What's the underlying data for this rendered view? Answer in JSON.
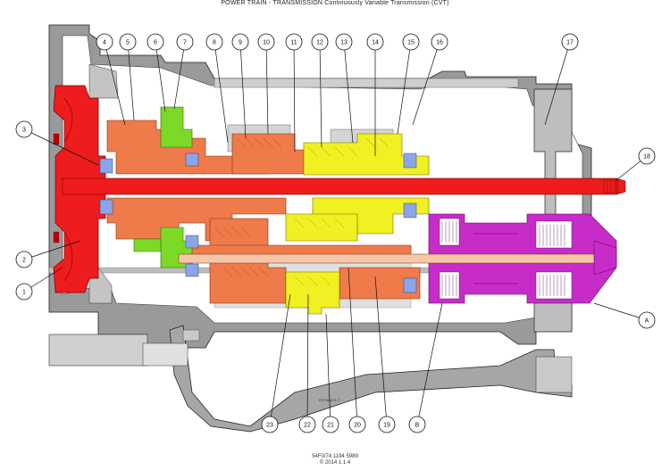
{
  "header": {
    "title": "POWER TRAIN - TRANSMISSION Continuously Variable Transmission (CVT)"
  },
  "footer": {
    "line1": "54F0/74 1194 5989",
    "line2": "© 2014 1 1 4"
  },
  "diagram": {
    "small_note": "RSTAA071   2",
    "callouts": [
      "1",
      "2",
      "3",
      "4",
      "5",
      "6",
      "7",
      "8",
      "9",
      "10",
      "11",
      "12",
      "13",
      "14",
      "15",
      "16",
      "17",
      "18",
      "19",
      "20",
      "21",
      "22",
      "23",
      "A",
      "B"
    ],
    "colors": {
      "housing": "#8c8c8c",
      "housing_light": "#b4b4b4",
      "red_parts": "#ee1c1c",
      "orange_parts": "#ef7a4a",
      "yellow_parts": "#f2ef22",
      "green_parts": "#7dd928",
      "magenta_parts": "#c72cc8",
      "blue_bearings": "#8aa6e8",
      "light_gray_bg": "#d9d9d9"
    }
  }
}
